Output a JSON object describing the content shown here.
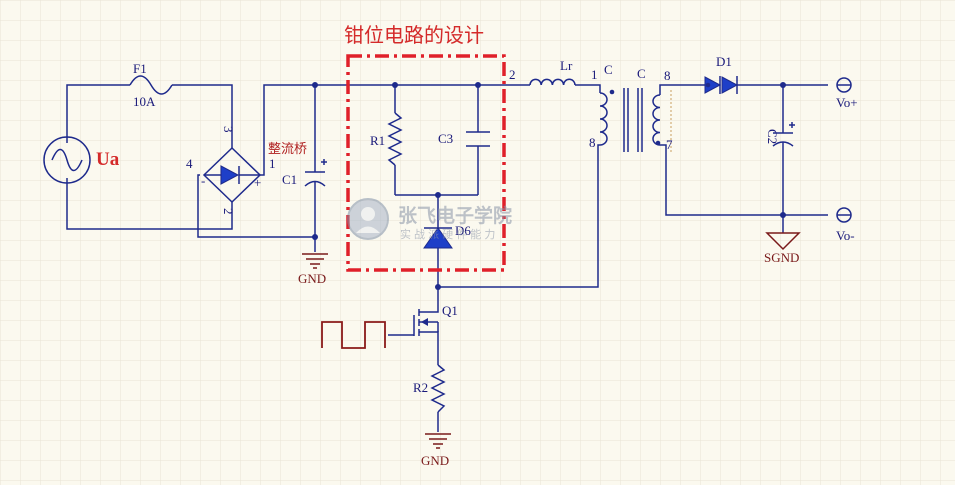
{
  "title": "钳位电路的设计",
  "colors": {
    "wire": "#1e2a8c",
    "component": "#1e2a8c",
    "ground": "#7a1a1a",
    "clamp_box": "#e0202a",
    "grid": "#e6e2d4",
    "pwm": "#8a1a1a",
    "fill_blue": "#1e3fc8"
  },
  "components": {
    "source": {
      "label": "Ua"
    },
    "fuse": {
      "label": "F1",
      "value": "10A"
    },
    "rectifier": {
      "label": "整流桥",
      "pin_4": "4",
      "pin_1": "1",
      "pin_3": "3",
      "pin_2": "2",
      "minus": "-",
      "plus": "+"
    },
    "c1": {
      "label": "C1"
    },
    "r1": {
      "label": "R1"
    },
    "c3": {
      "label": "C3"
    },
    "d6": {
      "label": "D6"
    },
    "lr": {
      "label": "Lr",
      "pin_2": "2",
      "pin_1": "1"
    },
    "transformer": {
      "label_primary": "C",
      "label_secondary": "C",
      "pin_8_primary": "8",
      "pin_8_secondary": "8",
      "pin_7": "7"
    },
    "d1": {
      "label": "D1"
    },
    "c2": {
      "label": "C2"
    },
    "q1": {
      "label": "Q1"
    },
    "r2": {
      "label": "R2"
    }
  },
  "grounds": {
    "gnd_left": "GND",
    "gnd_bottom": "GND",
    "sgnd": "SGND"
  },
  "outputs": {
    "vo_plus": "Vo+",
    "vo_minus": "Vo-"
  },
  "watermark": {
    "name": "张飞电子学院",
    "slogan": "实 战 派 硬 件 能 力"
  }
}
